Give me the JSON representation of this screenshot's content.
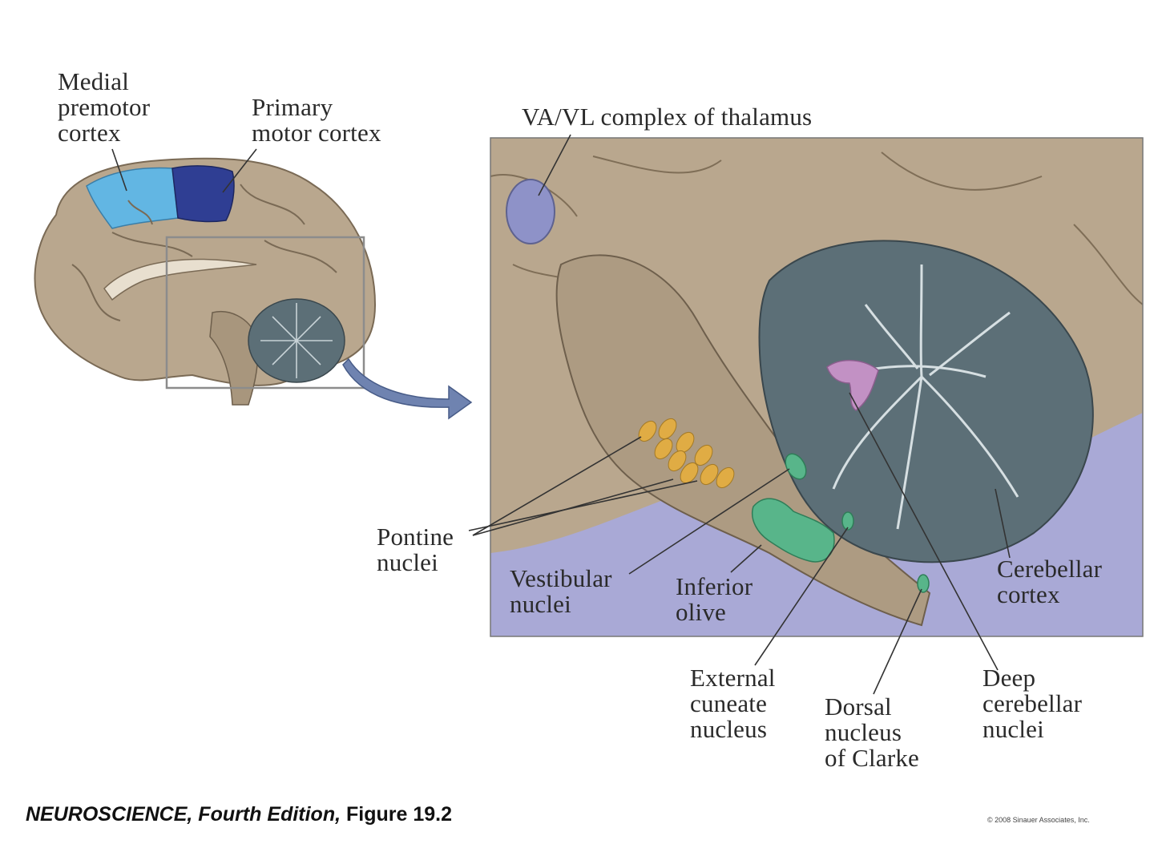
{
  "labels": {
    "medial_premotor": "Medial\npremotor\ncortex",
    "primary_motor": "Primary\nmotor cortex",
    "va_vl": "VA/VL complex of thalamus",
    "pontine": "Pontine\nnuclei",
    "vestibular": "Vestibular\nnuclei",
    "inferior_olive": "Inferior\nolive",
    "cerebellar_cortex": "Cerebellar\ncortex",
    "external_cuneate": "External\ncuneate\nnucleus",
    "dorsal_clarke": "Dorsal\nnucleus\nof Clarke",
    "deep_cerebellar": "Deep\ncerebellar\nnuclei"
  },
  "caption": {
    "book": "NEUROSCIENCE, Fourth Edition,",
    "figure": " Figure 19.2"
  },
  "copyright": "© 2008 Sinauer Associates, Inc.",
  "colors": {
    "brain_tan": "#b9a78e",
    "medial_premotor": "#62b6e3",
    "primary_motor": "#2f3e93",
    "thalamus": "#8e92c8",
    "cerebellum": "#5c6f77",
    "pontine": "#e0ac44",
    "vestibular_olive": "#58b58a",
    "deep_nuclei": "#c291c4",
    "background_panel": "#a9a9d6"
  }
}
